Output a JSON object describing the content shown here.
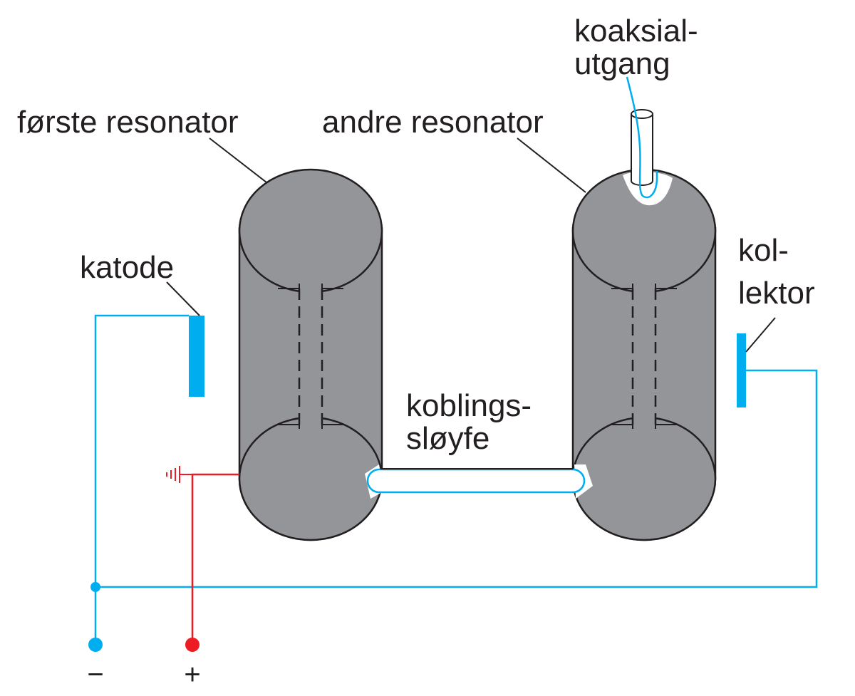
{
  "labels": {
    "first_resonator": "første resonator",
    "second_resonator": "andre resonator",
    "coax_line1": "koaksial-",
    "coax_line2": "utgang",
    "cathode": "katode",
    "collector_line1": "kol-",
    "collector_line2": "lektor",
    "loop_line1": "koblings-",
    "loop_line2": "sløyfe",
    "minus": "−",
    "plus": "+"
  },
  "colors": {
    "resonator": "#939598",
    "outline": "#231f20",
    "wire": "#00aeef",
    "supply": "#ed1c24",
    "highlight": "#ffffff"
  },
  "icons": {
    "ground": "ground-symbol-icon",
    "cathode": "cathode-plate-icon",
    "collector": "collector-plate-icon"
  }
}
